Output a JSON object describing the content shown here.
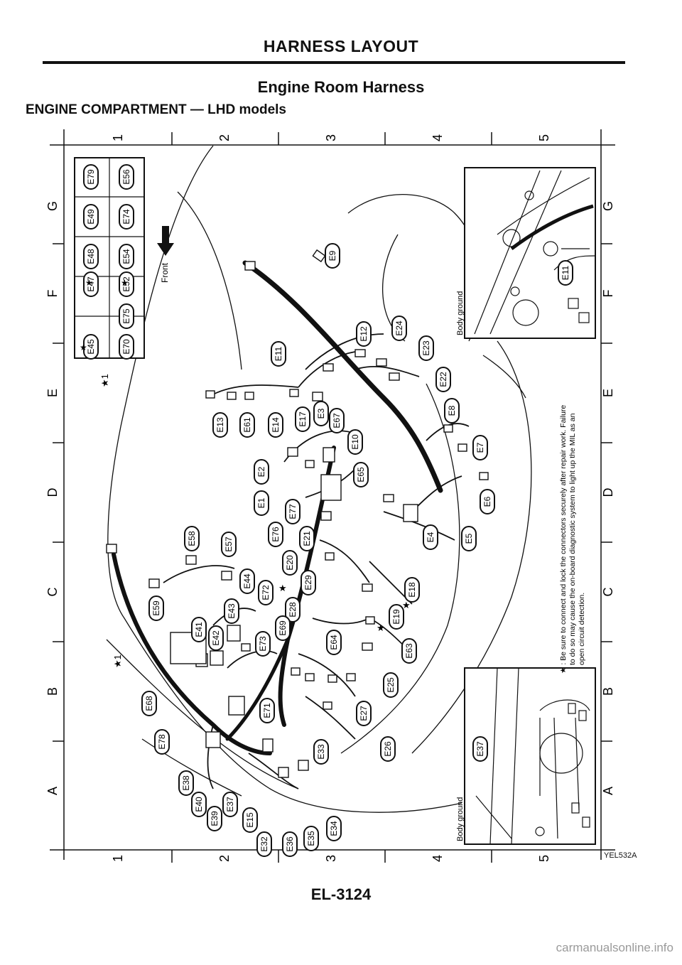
{
  "page": {
    "title": "HARNESS LAYOUT",
    "subtitle": "Engine Room Harness",
    "section": "ENGINE COMPARTMENT — LHD models",
    "page_number": "EL-3124",
    "figure_code": "YEL532A",
    "watermark": "carmanualsonline.info"
  },
  "grid": {
    "columns": [
      "1",
      "2",
      "3",
      "4",
      "5"
    ],
    "rows": [
      "G",
      "F",
      "E",
      "D",
      "C",
      "B",
      "A"
    ]
  },
  "legend_box": {
    "connectors": [
      "E79",
      "E49",
      "E48",
      "E47",
      "E45",
      "E56",
      "E74",
      "E54",
      "E52",
      "E75",
      "E70"
    ],
    "star_label": "★",
    "star_note_ref": "★1",
    "front_label": "Front"
  },
  "labels": {
    "body_ground_upper": "Body ground",
    "body_ground_lower": "Body ground",
    "star1_lower": "★1",
    "star_e20": "★",
    "star_e19": "★",
    "star_e18": "★"
  },
  "note": {
    "line1": "★ : Be sure to connect and lock the connectors securely after repair work. Failure",
    "line2": "to do so may cause the on-board diagnostic system to light up the MIL as an",
    "line3": "open circuit detection."
  },
  "connectors": [
    "E9",
    "E12",
    "E24",
    "E23",
    "E22",
    "E11",
    "E13",
    "E61",
    "E14",
    "E17",
    "E3",
    "E67",
    "E8",
    "E7",
    "E10",
    "E2",
    "E65",
    "E6",
    "E1",
    "E77",
    "E5",
    "E76",
    "E21",
    "E4",
    "E58",
    "E57",
    "E20",
    "E29",
    "E18",
    "E44",
    "E72",
    "E28",
    "E19",
    "E59",
    "E43",
    "E69",
    "E41",
    "E42",
    "E73",
    "E64",
    "E63",
    "E25",
    "E68",
    "E71",
    "E27",
    "E78",
    "E26",
    "E33",
    "E38",
    "E40",
    "E37",
    "E39",
    "E15",
    "E32",
    "E36",
    "E35",
    "E34"
  ],
  "inset_connectors": {
    "upper": "E11",
    "lower": "E37"
  }
}
